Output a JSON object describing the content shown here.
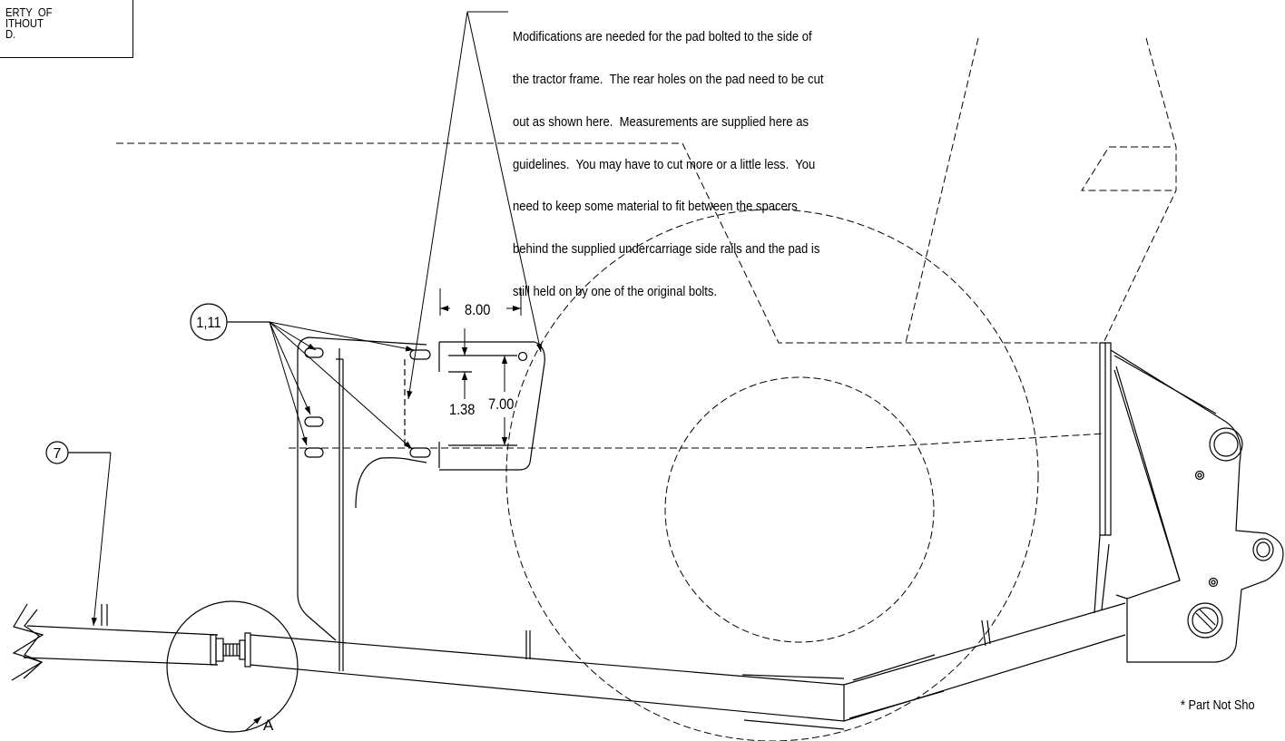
{
  "title_block": {
    "lines": [
      "ERTY  OF",
      "ITHOUT",
      "D."
    ]
  },
  "note": {
    "lines": [
      "Modifications are needed for the pad bolted to the side of",
      "the tractor frame.  The rear holes on the pad need to be cut",
      "out as shown here.  Measurements are supplied here as",
      "guidelines.  You may have to cut more or a little less.  You",
      "need to keep some material to fit between the spacers",
      "behind the supplied undercarriage side rails and the pad is",
      "still held on by one of the original bolts."
    ]
  },
  "callouts": {
    "item_1_11": "1,11",
    "item_7": "7",
    "detail": "A"
  },
  "dimensions": {
    "width": "8.00",
    "hole_offset": "1.38",
    "height": "7.00"
  },
  "footnote": "* Part Not Sho",
  "colors": {
    "line": "#000000",
    "background": "#ffffff"
  }
}
